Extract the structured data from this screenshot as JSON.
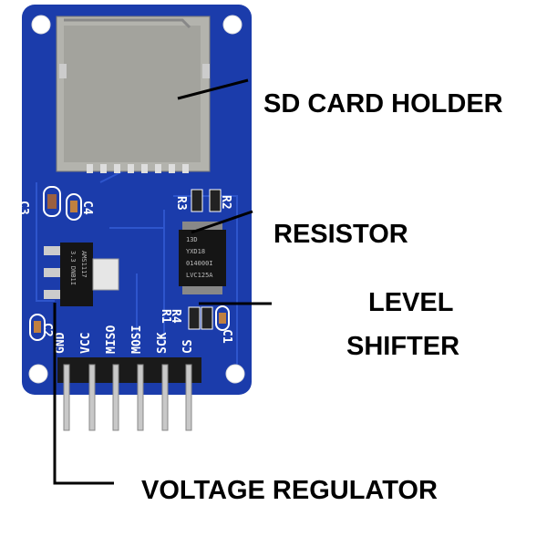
{
  "title": "Micro SD Card Module",
  "colors": {
    "board": "#1b3cab",
    "trace": "#2a4fc4",
    "holder": "#a9a9a4",
    "text": "#000000"
  },
  "annotations": {
    "sd_card_holder": "SD CARD HOLDER",
    "resistor": "RESISTOR",
    "level_shifter_line1": "LEVEL",
    "level_shifter_line2": "SHIFTER",
    "voltage_regulator": "VOLTAGE REGULATOR"
  },
  "silkscreen": {
    "pins": [
      "GND",
      "VCC",
      "MISO",
      "MOSI",
      "SCK",
      "CS"
    ],
    "components": {
      "c1": "C1",
      "c2": "C2",
      "c3": "C3",
      "c4": "C4",
      "r1": "R1",
      "r2": "R2",
      "r3": "R3",
      "r4": "R4"
    }
  },
  "regulator_marking": [
    "AMS1117",
    "3.3  DNB1I"
  ],
  "chip_marking": [
    "LVC125A",
    "014000I",
    "YXD18",
    "13D"
  ]
}
